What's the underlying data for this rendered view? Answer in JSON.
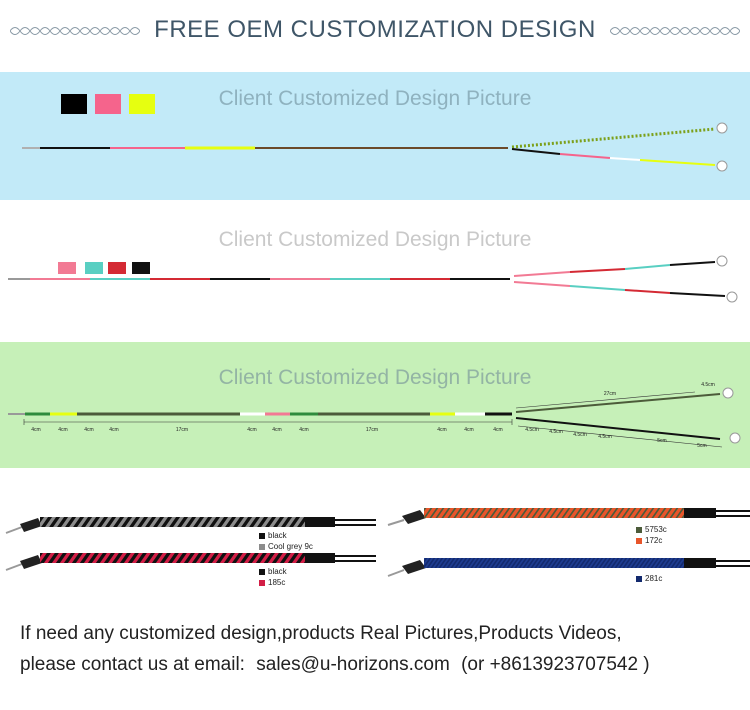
{
  "header": {
    "title": "FREE OEM CUSTOMIZATION DESIGN"
  },
  "panels": [
    {
      "caption": "Client Customized Design Picture",
      "swatches": [
        "#000000",
        "#f5648c",
        "#e6ff10"
      ]
    },
    {
      "caption": "Client Customized Design Picture",
      "swatches": [
        "#f27a94",
        "#59cfc2",
        "#d42a34",
        "#111111"
      ]
    },
    {
      "caption": "Client Customized Design Picture",
      "measure_labels_main": [
        "4cm",
        "4cm",
        "4cm",
        "4cm",
        "17cm",
        "4cm",
        "4cm",
        "4cm",
        "17cm",
        "4cm",
        "4cm",
        "4cm"
      ],
      "measure_labels_top": [
        "27cm",
        "4.5cm"
      ],
      "measure_labels_bottom": [
        "4.5cm",
        "4.5cm",
        "4.5cm",
        "4.5cm",
        "5cm",
        "5cm"
      ]
    }
  ],
  "products": [
    {
      "legend": [
        {
          "color": "#111111",
          "label": "black"
        },
        {
          "color": "#8c8c8c",
          "label": "Cool grey 9c"
        }
      ]
    },
    {
      "legend": [
        {
          "color": "#111111",
          "label": "black"
        },
        {
          "color": "#d21e46",
          "label": "185c"
        }
      ]
    },
    {
      "legend": [
        {
          "color": "#4c5b3a",
          "label": "5753c"
        },
        {
          "color": "#e8552a",
          "label": "172c"
        }
      ]
    },
    {
      "legend": [
        {
          "color": "#132a6e",
          "label": "281c"
        }
      ]
    }
  ],
  "footer": {
    "line1": "If need any customized design,products Real Pictures,Products Videos,",
    "line2_prefix": "please contact us at email:",
    "email": "sales@u-horizons.com",
    "contact": "(or +8613923707542 )"
  }
}
